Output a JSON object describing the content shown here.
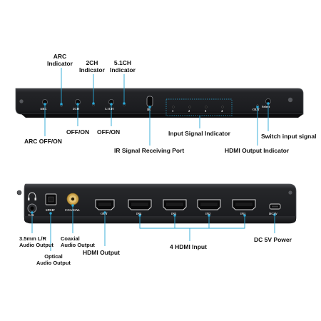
{
  "front_panel": {
    "silk": {
      "arc": "ARC",
      "two_ch": "2CH",
      "five_one_ch": "5.1CH",
      "ir": "IR",
      "in1": "1",
      "in2": "2",
      "in3": "3",
      "in4": "4",
      "out": "OUT",
      "select": "Select"
    },
    "callouts": {
      "arc_indicator": "ARC\nIndicator",
      "two_ch_indicator": "2CH\nIndicator",
      "five_one_ch_indicator": "5.1CH\nIndicator",
      "arc_off_on": "ARC OFF/ON",
      "off_on_1": "OFF/ON",
      "off_on_2": "OFF/ON",
      "ir_port": "IR Signal Receiving Port",
      "input_indicator": "Input Signal Indicator",
      "hdmi_output_indicator": "HDMI Output Indicator",
      "switch_input": "Switch input signal"
    }
  },
  "rear_panel": {
    "silk": {
      "lr": "L/R",
      "spdif": "SPDIF",
      "coaxial": "COAXIAL",
      "out": "OUT",
      "in4": "IN4",
      "in3": "IN3",
      "in2": "IN2",
      "in1": "IN1",
      "dc5v": "DC5V"
    },
    "callouts": {
      "audio_35": "3.5mm L/R\nAudio Output",
      "optical": "Optical\nAudio Output",
      "coaxial": "Coaxial\nAudio Output",
      "hdmi_output": "HDMI Output",
      "hdmi_input": "4 HDMI Input",
      "dc_power": "DC 5V Power"
    }
  },
  "colors": {
    "callout_line": "#2aa7d6",
    "panel": "#1e1f22",
    "panel_edge": "#4a4c50"
  }
}
